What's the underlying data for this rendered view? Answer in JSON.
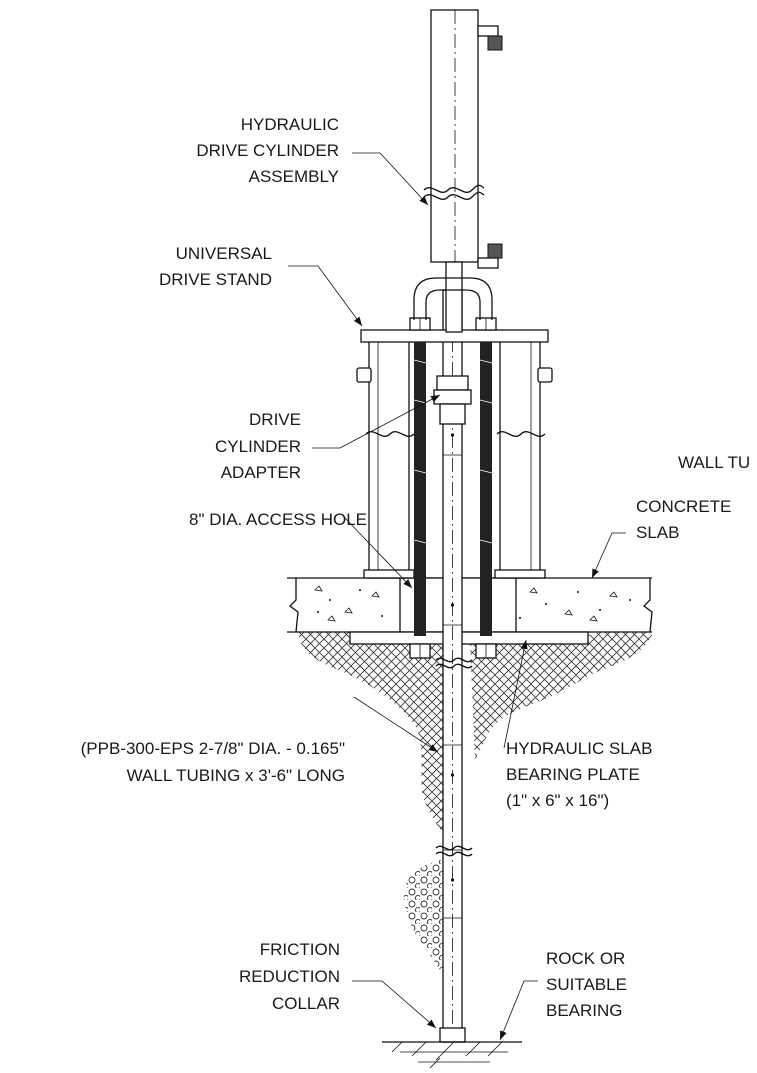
{
  "colors": {
    "line": "#111111",
    "text": "#1a1a1a",
    "background": "#ffffff"
  },
  "labels": {
    "hydraulic_cylinder": [
      "HYDRAULIC",
      "DRIVE CYLINDER",
      "ASSEMBLY"
    ],
    "drive_stand": [
      "UNIVERSAL",
      "DRIVE STAND"
    ],
    "cylinder_adapter": [
      "DRIVE",
      "CYLINDER",
      "ADAPTER"
    ],
    "wall_tubing_cut": "WALL TU",
    "concrete_slab": [
      "CONCRETE",
      "SLAB"
    ],
    "access_hole": "8\" DIA. ACCESS HOLE",
    "pier_tubing": [
      "(PPB-300-EPS 2-7/8\" DIA. - 0.165\"",
      "WALL TUBING x 3'-6\" LONG"
    ],
    "bearing_plate": [
      "HYDRAULIC SLAB",
      "BEARING PLATE",
      "(1\" x 6\" x 16\")"
    ],
    "friction_collar": [
      "FRICTION",
      "REDUCTION",
      "COLLAR"
    ],
    "bearing_stratum": [
      "ROCK OR",
      "SUITABLE",
      "BEARING"
    ]
  }
}
